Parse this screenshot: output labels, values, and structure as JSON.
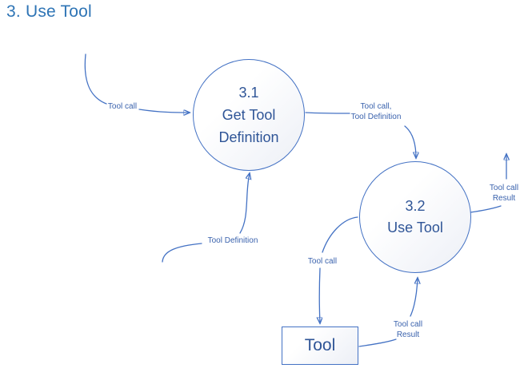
{
  "title": "3. Use Tool",
  "colors": {
    "line": "#4472C4",
    "title_text": "#2E74B5",
    "node_text": "#2F5597",
    "label_text": "#3A62AD"
  },
  "nodes": {
    "get_tool_definition": {
      "number": "3.1",
      "name_line1": "Get Tool",
      "name_line2": "Definition"
    },
    "use_tool": {
      "number": "3.2",
      "name": "Use Tool"
    },
    "tool": {
      "name": "Tool"
    }
  },
  "edges": {
    "tool_call_in": {
      "label": "Tool call"
    },
    "call_and_definition": {
      "label_line1": "Tool call,",
      "label_line2": "Tool Definition"
    },
    "tool_definition_return": {
      "label": "Tool Definition"
    },
    "tool_call_to_tool": {
      "label": "Tool call"
    },
    "tool_call_result_return": {
      "label_line1": "Tool call",
      "label_line2": "Result"
    },
    "tool_call_result_out": {
      "label_line1": "Tool call",
      "label_line2": "Result"
    }
  }
}
